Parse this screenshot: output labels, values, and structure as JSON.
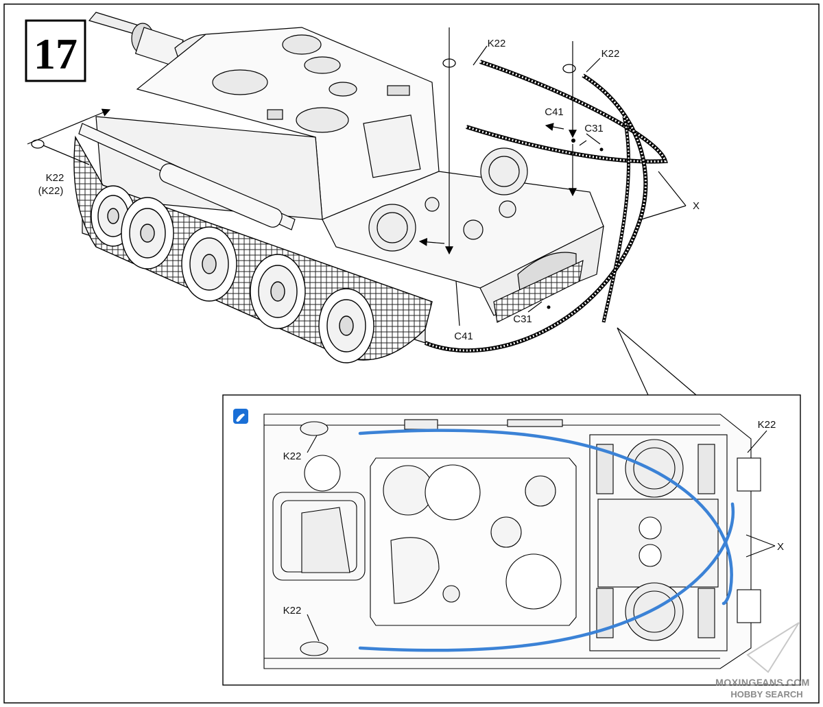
{
  "step": {
    "number": "17"
  },
  "callouts": {
    "k22_left": "K22",
    "k22_left_alt": "(K22)",
    "k22_top_a": "K22",
    "k22_top_b": "K22",
    "c41_top": "C41",
    "c31_top": "C31",
    "c31_bottom": "C31",
    "c41_bottom": "C41",
    "x_top": "X",
    "inset_k22_right": "K22",
    "inset_k22_upper_left": "K22",
    "inset_k22_lower_left": "K22",
    "inset_x": "X"
  },
  "inset": {
    "cable_color": "#3b82d6",
    "paint_badge_color": "#1a6fd6"
  },
  "watermark": {
    "line1": "MOXINGFANS.COM",
    "line2": "HOBBY SEARCH"
  }
}
